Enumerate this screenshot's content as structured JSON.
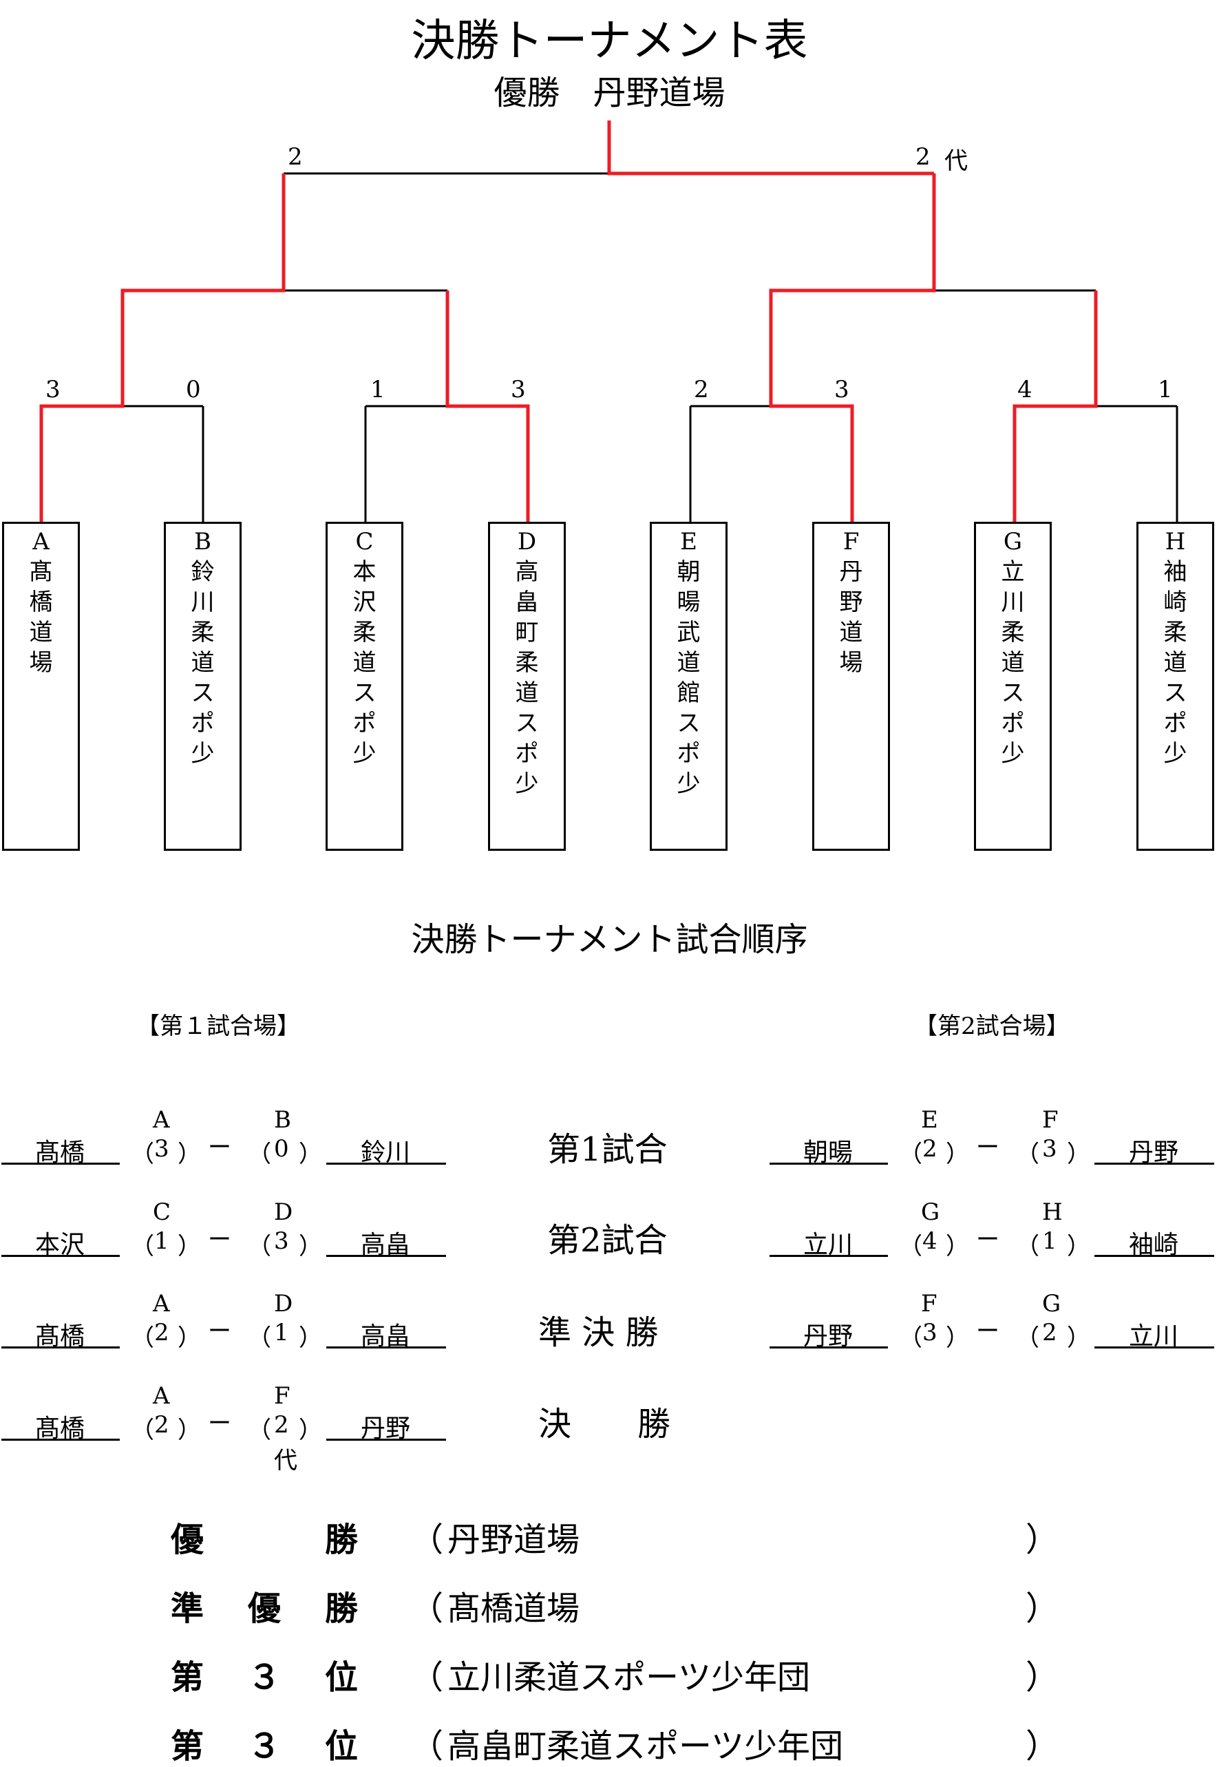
{
  "header": {
    "title": "決勝トーナメント表",
    "champion_line": "優勝　丹野道場"
  },
  "bracket": {
    "final_scores": {
      "left": "2",
      "right": "2",
      "right_note": "代"
    },
    "round1_scores": [
      "3",
      "0",
      "1",
      "3",
      "2",
      "3",
      "4",
      "1"
    ],
    "teams": [
      {
        "letter": "A",
        "name": "髙橋道場"
      },
      {
        "letter": "B",
        "name": "鈴川柔道スポ少"
      },
      {
        "letter": "C",
        "name": "本沢柔道スポ少"
      },
      {
        "letter": "D",
        "name": "高畠町柔道スポ少"
      },
      {
        "letter": "E",
        "name": "朝暘武道館スポ少"
      },
      {
        "letter": "F",
        "name": "丹野道場"
      },
      {
        "letter": "G",
        "name": "立川柔道スポ少"
      },
      {
        "letter": "H",
        "name": "袖崎柔道スポ少"
      }
    ],
    "line_colors": {
      "winner": "#ee1c25",
      "normal": "#000000"
    }
  },
  "order": {
    "title": "決勝トーナメント試合順序",
    "venue1": "【第１試合場】",
    "venue2": "【第2試合場】",
    "dash": "ー",
    "lparen": "（",
    "rparen": "）",
    "rounds": [
      "第1試合",
      "第2試合",
      "準 決 勝",
      "決　　勝"
    ],
    "venue1_matches": [
      {
        "left": "髙橋",
        "lletter": "A",
        "lscore": "3",
        "right": "鈴川",
        "rletter": "B",
        "rscore": "0",
        "note": ""
      },
      {
        "left": "本沢",
        "lletter": "C",
        "lscore": "1",
        "right": "高畠",
        "rletter": "D",
        "rscore": "3",
        "note": ""
      },
      {
        "left": "髙橋",
        "lletter": "A",
        "lscore": "2",
        "right": "高畠",
        "rletter": "D",
        "rscore": "1",
        "note": ""
      },
      {
        "left": "髙橋",
        "lletter": "A",
        "lscore": "2",
        "right": "丹野",
        "rletter": "F",
        "rscore": "2",
        "note": "代"
      }
    ],
    "venue2_matches": [
      {
        "left": "朝暘",
        "lletter": "E",
        "lscore": "2",
        "right": "丹野",
        "rletter": "F",
        "rscore": "3"
      },
      {
        "left": "立川",
        "lletter": "G",
        "lscore": "4",
        "right": "袖崎",
        "rletter": "H",
        "rscore": "1"
      },
      {
        "left": "丹野",
        "lletter": "F",
        "lscore": "3",
        "right": "立川",
        "rletter": "G",
        "rscore": "2"
      }
    ]
  },
  "results": [
    {
      "label": [
        "優",
        "",
        "勝"
      ],
      "value": "丹野道場"
    },
    {
      "label": [
        "準",
        "優",
        "勝"
      ],
      "value": "髙橋道場"
    },
    {
      "label": [
        "第",
        "３",
        "位"
      ],
      "value": "立川柔道スポーツ少年団"
    },
    {
      "label": [
        "第",
        "３",
        "位"
      ],
      "value": "高畠町柔道スポーツ少年団"
    }
  ]
}
